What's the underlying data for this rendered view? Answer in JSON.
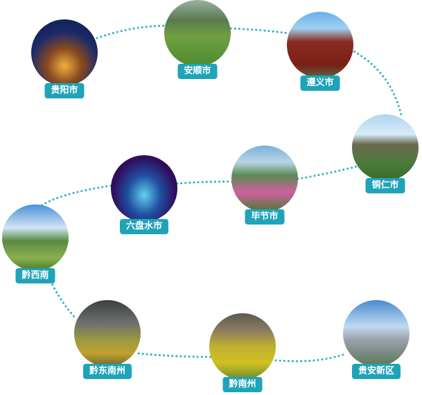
{
  "title_hidden": null,
  "colors": {
    "accent": "#1fa3b9",
    "dots": "#2ab3c6"
  },
  "cities": [
    {
      "id": "guiyang",
      "name": "贵阳市"
    },
    {
      "id": "anshun",
      "name": "安顺市"
    },
    {
      "id": "zunyi",
      "name": "遵义市"
    },
    {
      "id": "tongren",
      "name": "铜仁市"
    },
    {
      "id": "bijie",
      "name": "毕节市"
    },
    {
      "id": "liupanshui",
      "name": "六盘水市"
    },
    {
      "id": "qianxinan",
      "name": "黔西南"
    },
    {
      "id": "qiandongnan",
      "name": "黔东南州"
    },
    {
      "id": "qiannan",
      "name": "黔南州"
    },
    {
      "id": "guian",
      "name": "贵安新区"
    }
  ]
}
